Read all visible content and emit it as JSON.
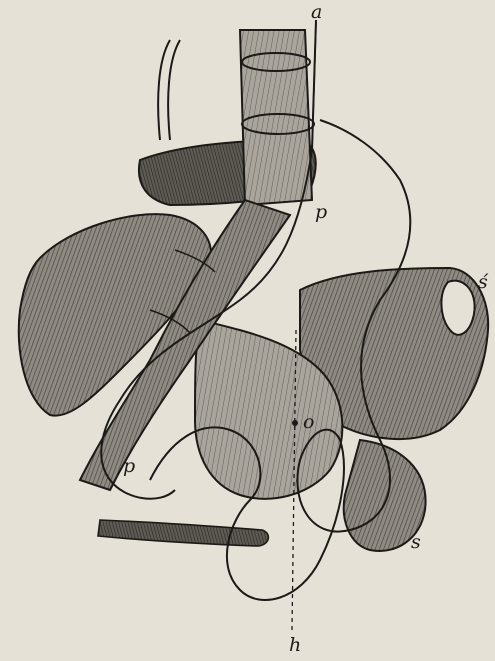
{
  "figure": {
    "labels": {
      "a": "a",
      "p_upper": "p",
      "s_prime": "ś",
      "o": "o",
      "p_lower": "p",
      "s": "s",
      "h": "h"
    },
    "colors": {
      "paper": "#e6e1d7",
      "ink": "#1c1a17",
      "bone": "#8f8a82",
      "bone_dark": "#6a665f",
      "bone_light": "#b4afa6"
    }
  }
}
